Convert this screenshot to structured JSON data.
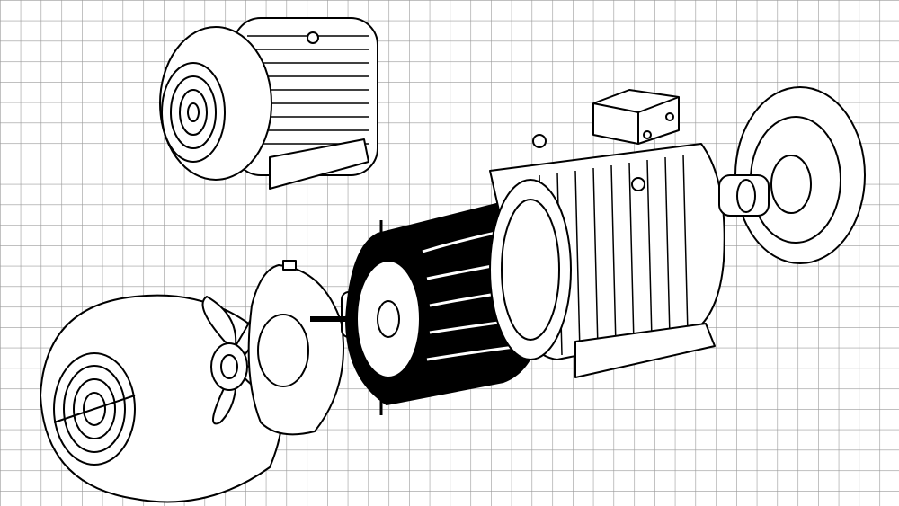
{
  "illustration": {
    "subject": "exploded-view-electric-motor",
    "parts": [
      "assembled-motor",
      "fan-cover",
      "cooling-fan",
      "rear-end-shield",
      "rotor-winding",
      "stator-housing",
      "terminal-box",
      "front-end-shield",
      "bearing",
      "bolt-top",
      "bolt-bottom"
    ]
  },
  "colors": {
    "background": "#ffffff",
    "grid": "#9a9a9a",
    "ink": "#000000"
  }
}
